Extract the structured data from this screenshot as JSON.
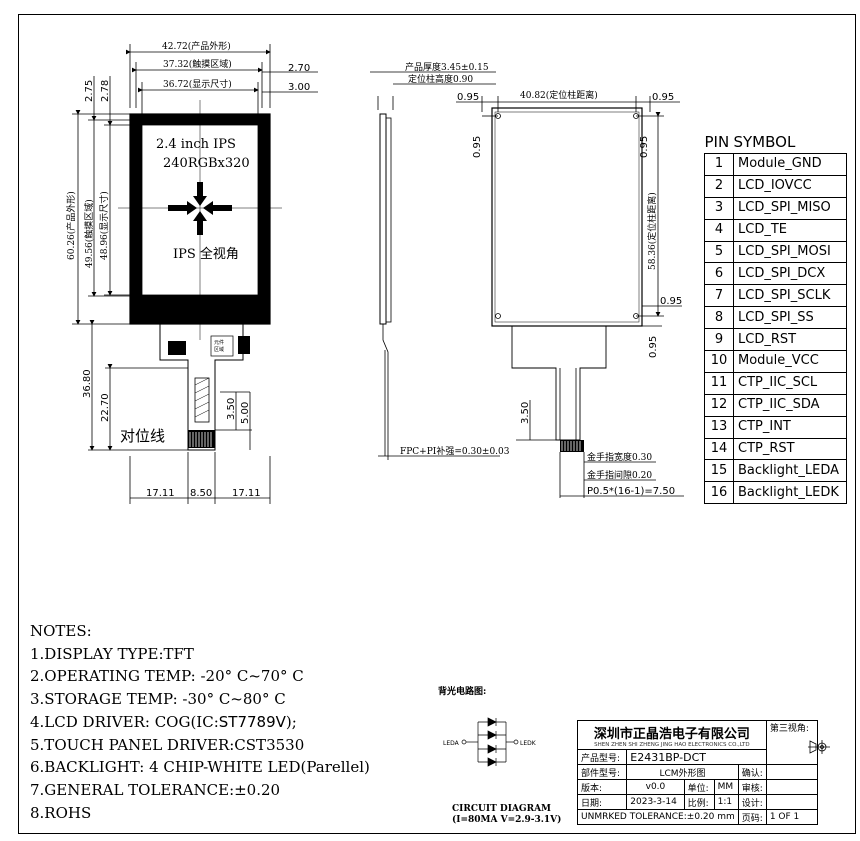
{
  "front_view": {
    "dim_overall_width": "42.72(产品外形)",
    "dim_touch_width": "37.32(触摸区域)",
    "dim_display_width": "36.72(显示尺寸)",
    "dim_right_270": "2.70",
    "dim_right_300": "3.00",
    "dim_left_275": "2.75",
    "dim_left_278": "2.78",
    "dim_overall_height": "60.26(产品外形)",
    "dim_touch_height": "49.56(触摸区域)",
    "dim_display_height": "48.96(显示尺寸)",
    "lcd_line1": "2.4 inch IPS",
    "lcd_line2": "240RGBx320",
    "lcd_line3": "IPS 全视角",
    "dim_3680": "36.80",
    "dim_2270": "22.70",
    "dim_350": "3.50",
    "dim_500": "5.00",
    "alignment_label": "对位线",
    "dim_1711_left": "17.11",
    "dim_850": "8.50",
    "dim_1711_right": "17.11",
    "component_label": "元件\n区域"
  },
  "side_view": {
    "thickness": "产品厚度3.45±0.15",
    "pin_height": "定位柱高度0.90",
    "fpc_label": "FPC+PI补强=0.30±0.03"
  },
  "back_view": {
    "dim_095_tl": "0.95",
    "dim_pin_distance": "40.82(定位柱距离)",
    "dim_095_tr": "0.95",
    "dim_095_left": "0.95",
    "dim_095_right": "0.95",
    "dim_pin_vertical": "58.36(定位柱距离)",
    "dim_095_br": "0.95",
    "dim_095_bottom": "0.95",
    "dim_350": "3.50",
    "finger_width": "金手指宽度0.30",
    "finger_gap": "金手指间隙0.20",
    "pitch": "P0.5*(16-1)=7.50"
  },
  "pin_table": {
    "header_pin": "PIN",
    "header_symbol": "SYMBOL",
    "rows": [
      {
        "pin": "1",
        "symbol": "Module_GND"
      },
      {
        "pin": "2",
        "symbol": "LCD_IOVCC"
      },
      {
        "pin": "3",
        "symbol": "LCD_SPI_MISO"
      },
      {
        "pin": "4",
        "symbol": "LCD_TE"
      },
      {
        "pin": "5",
        "symbol": "LCD_SPI_MOSI"
      },
      {
        "pin": "6",
        "symbol": "LCD_SPI_DCX"
      },
      {
        "pin": "7",
        "symbol": "LCD_SPI_SCLK"
      },
      {
        "pin": "8",
        "symbol": "LCD_SPI_SS"
      },
      {
        "pin": "9",
        "symbol": "LCD_RST"
      },
      {
        "pin": "10",
        "symbol": "Module_VCC"
      },
      {
        "pin": "11",
        "symbol": "CTP_IIC_SCL"
      },
      {
        "pin": "12",
        "symbol": "CTP_IIC_SDA"
      },
      {
        "pin": "13",
        "symbol": "CTP_INT"
      },
      {
        "pin": "14",
        "symbol": "CTP_RST"
      },
      {
        "pin": "15",
        "symbol": "Backlight_LEDA"
      },
      {
        "pin": "16",
        "symbol": "Backlight_LEDK"
      }
    ]
  },
  "notes": {
    "title": "NOTES:",
    "line1": "1.DISPLAY TYPE:TFT",
    "line2": "2.OPERATING TEMP: -20° C~70° C",
    "line3": "3.STORAGE TEMP: -30° C~80° C",
    "line4_prefix": "4.LCD DRIVER: COG(IC:",
    "line4_ic": "ST7789V",
    "line4_suffix": ");",
    "line5": "5.TOUCH PANEL DRIVER:CST3530",
    "line6": "6.BACKLIGHT: 4 CHIP-WHITE LED(Parellel)",
    "line7": "7.GENERAL TOLERANCE:±0.20",
    "line8": "8.ROHS"
  },
  "circuit": {
    "title": "背光电路图:",
    "leda": "LEDA",
    "ledk": "LEDK",
    "caption1": "CIRCUIT DIAGRAM",
    "caption2": "(I=80MA V=2.9-3.1V)"
  },
  "title_block": {
    "company_cn": "深圳市正晶浩电子有限公司",
    "company_en": "SHEN ZHEN SHI ZHENG JING HAO ELECTRONICS CO.,LTD",
    "third_view": "第三视角:",
    "product_model_label": "产品型号:",
    "product_model": "E2431BP-DCT",
    "part_label": "部件型号:",
    "part_value": "LCM外形图",
    "confirm_label": "确认:",
    "version_label": "版本:",
    "version": "v0.0",
    "unit_label": "单位:",
    "unit": "MM",
    "review_label": "审核:",
    "date_label": "日期:",
    "date": "2023-3-14",
    "scale_label": "比例:",
    "scale": "1:1",
    "design_label": "设计:",
    "tolerance": "UNMRKED TOLERANCE:±0.20 mm",
    "page_label": "页码:",
    "page": "1 OF 1"
  }
}
